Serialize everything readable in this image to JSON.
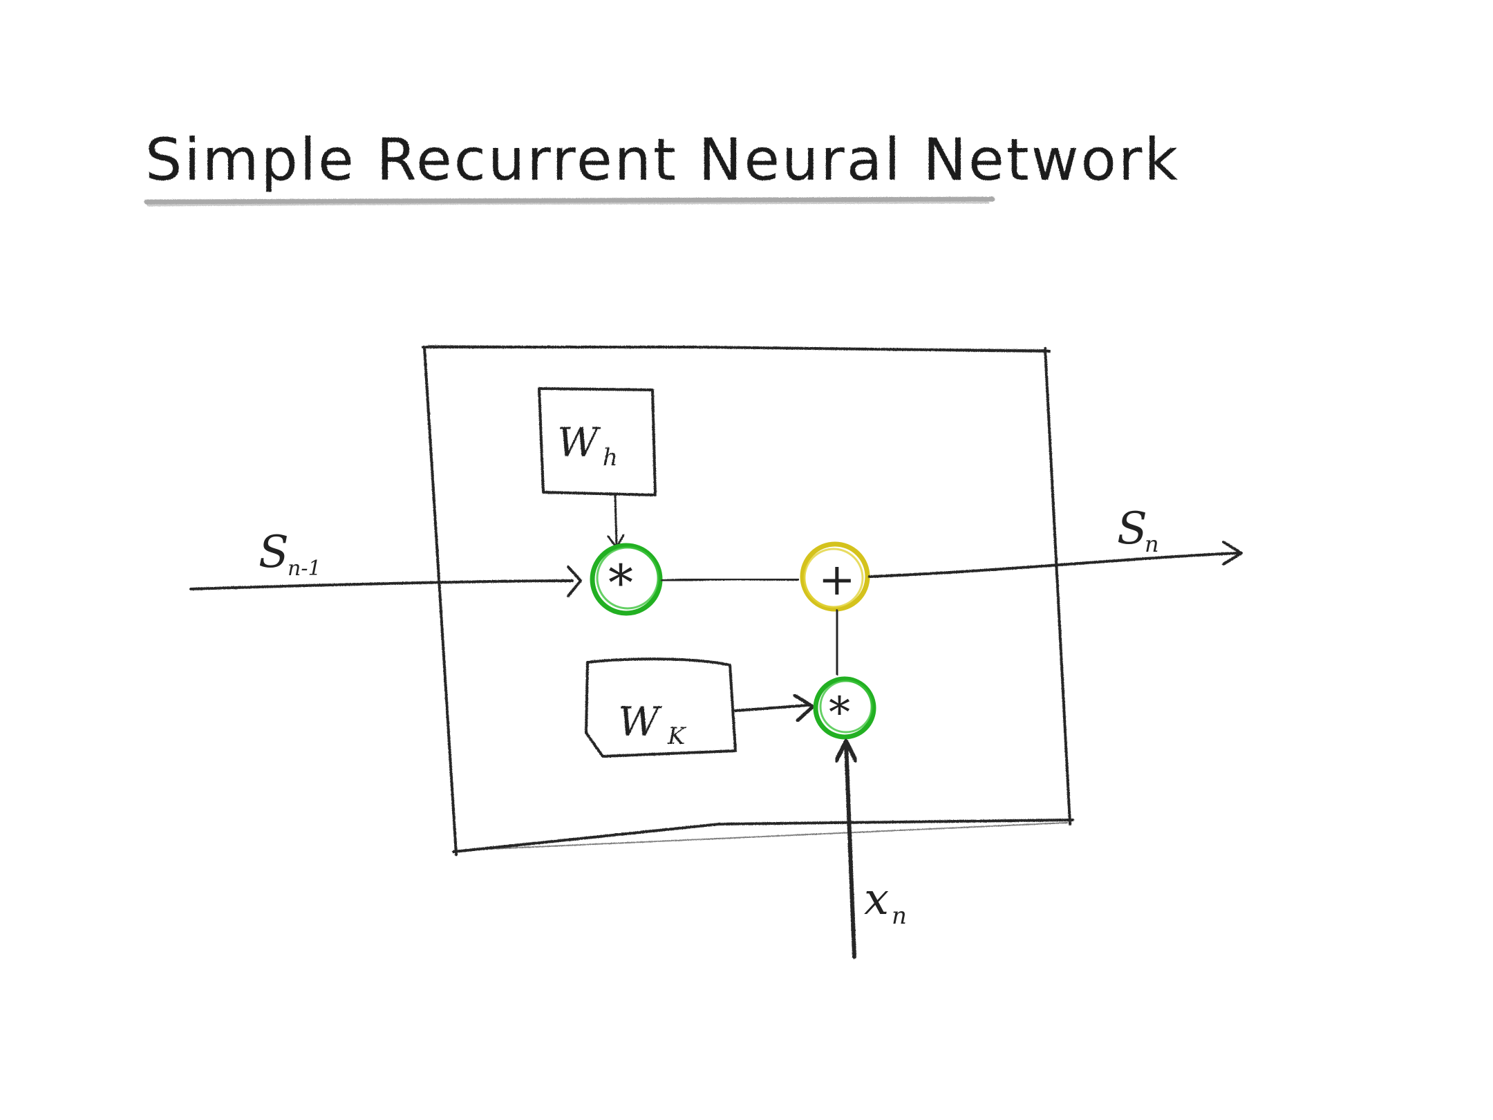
{
  "title": "Simple Recurrent Neural Network",
  "labels": {
    "input_state": "S",
    "input_state_sub": "n-1",
    "output_state": "S",
    "output_state_sub": "n",
    "input_x": "x",
    "input_x_sub": "n",
    "weight_h": "W",
    "weight_h_sub": "h",
    "weight_k": "W",
    "weight_k_sub": "K",
    "multiply_top": "*",
    "multiply_bottom": "*",
    "add": "+"
  },
  "colors": {
    "ink": "#262626",
    "multiply_node": "#22b022",
    "add_node": "#d4c21c",
    "underline": "#9a9a9a"
  }
}
